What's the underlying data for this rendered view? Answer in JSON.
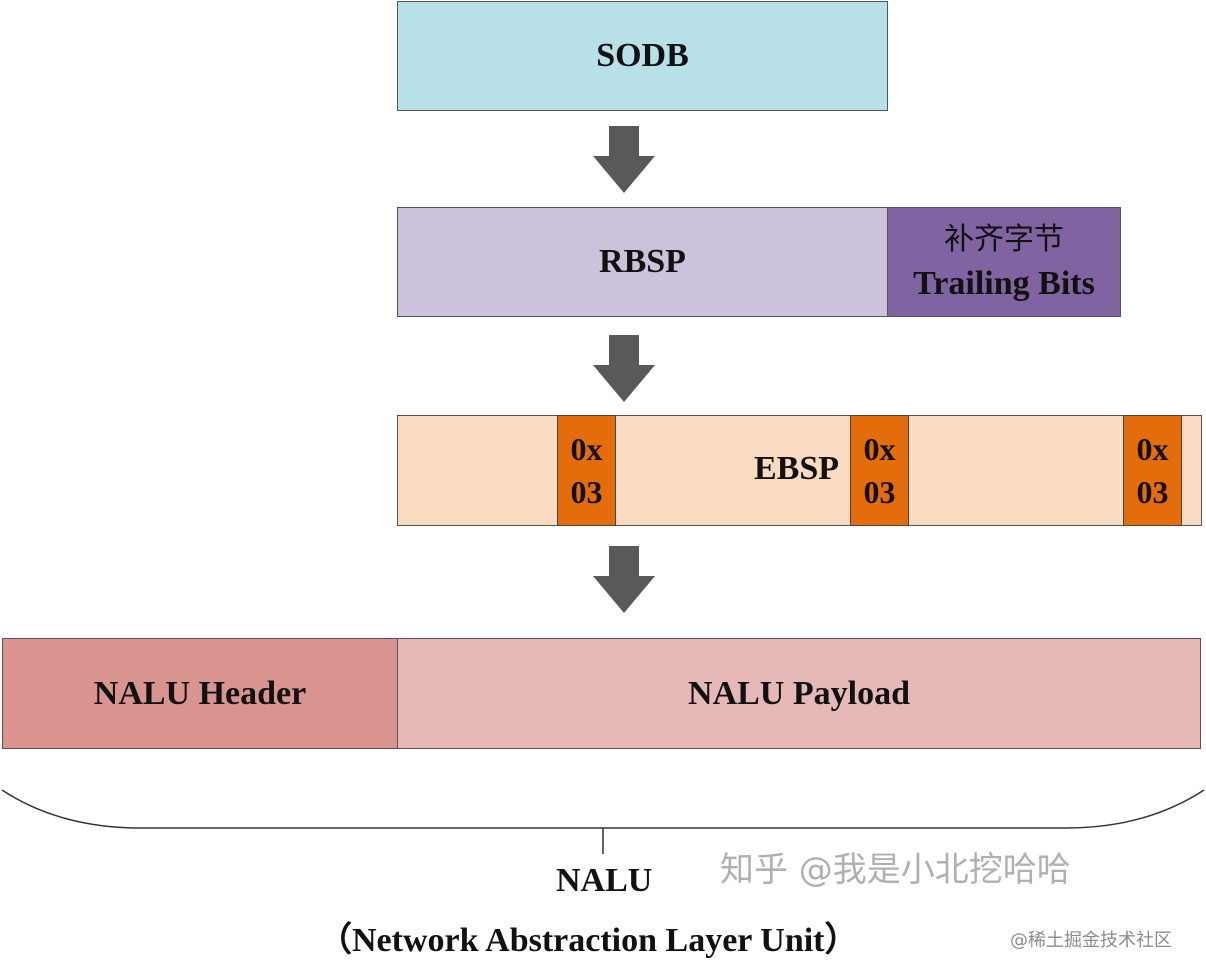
{
  "colors": {
    "sodb": "#b7e0e8",
    "rbsp": "#ccc2dc",
    "trailing": "#8064a2",
    "ebsp": "#fadac0",
    "emulation": "#e46c0a",
    "nalu_header": "#d99490",
    "nalu_payload": "#e6b9b8",
    "arrow": "#595959"
  },
  "sodb": {
    "label": "SODB"
  },
  "rbsp": {
    "label": "RBSP",
    "trailing_cn": "补齐字节",
    "trailing_en": "Trailing Bits"
  },
  "ebsp": {
    "label": "EBSP",
    "emulation_bytes": [
      {
        "top": "0x",
        "bottom": "03"
      },
      {
        "top": "0x",
        "bottom": "03"
      },
      {
        "top": "0x",
        "bottom": "03"
      }
    ]
  },
  "nalu": {
    "header": "NALU Header",
    "payload": "NALU Payload",
    "title": "NALU",
    "subtitle": "（Network Abstraction Layer Unit）"
  },
  "watermark": {
    "zhihu": "知乎 @我是小北挖哈哈",
    "juejin": "@稀土掘金技术社区"
  }
}
